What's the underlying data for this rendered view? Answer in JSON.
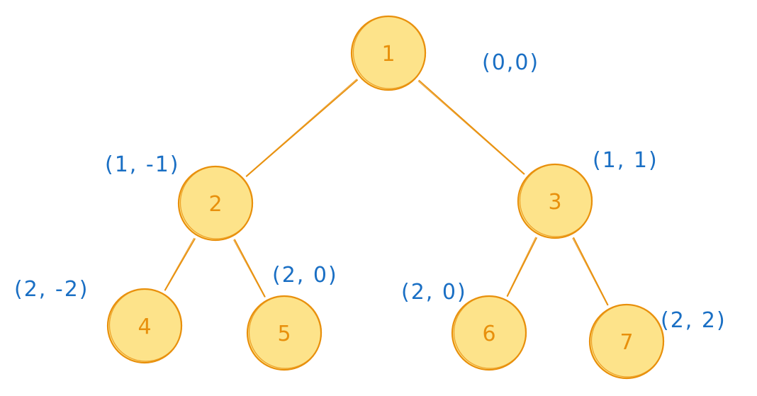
{
  "colors": {
    "node_fill": "#fde38a",
    "node_stroke": "#e8900c",
    "edge": "#e8900c",
    "node_text": "#e8900c",
    "coord_text": "#1a6fc4"
  },
  "nodes": [
    {
      "id": "1",
      "label": "1",
      "coord": "(0,0)"
    },
    {
      "id": "2",
      "label": "2",
      "coord": "(1, -1)"
    },
    {
      "id": "3",
      "label": "3",
      "coord": "(1, 1)"
    },
    {
      "id": "4",
      "label": "4",
      "coord": "(2, -2)"
    },
    {
      "id": "5",
      "label": "5",
      "coord": "(2, 0)"
    },
    {
      "id": "6",
      "label": "6",
      "coord": "(2, 0)"
    },
    {
      "id": "7",
      "label": "7",
      "coord": "(2, 2)"
    }
  ],
  "edges": [
    {
      "from": "1",
      "to": "2"
    },
    {
      "from": "1",
      "to": "3"
    },
    {
      "from": "2",
      "to": "4"
    },
    {
      "from": "2",
      "to": "5"
    },
    {
      "from": "3",
      "to": "6"
    },
    {
      "from": "3",
      "to": "7"
    }
  ]
}
